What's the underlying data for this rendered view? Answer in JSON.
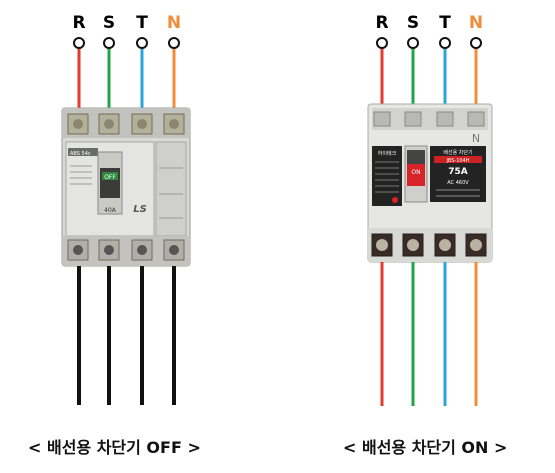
{
  "colors": {
    "phase_R": "#e53a2e",
    "phase_S": "#1ea54a",
    "phase_T": "#2aa5dc",
    "phase_N": "#f08c3a",
    "load_off": "#111111",
    "breaker_body": "#d8d9d6",
    "breaker_dark": "#2a2a2a"
  },
  "left_diagram": {
    "terminals": [
      {
        "label": "R",
        "color": "#111111"
      },
      {
        "label": "S",
        "color": "#111111"
      },
      {
        "label": "T",
        "color": "#111111"
      },
      {
        "label": "N",
        "color": "#f08c3a"
      }
    ],
    "breaker": {
      "state": "OFF",
      "handle_text": "OFF",
      "brand_text": "LS",
      "rating_text": "40A",
      "model_text": "ABS 54c"
    },
    "caption": "< 배선용 차단기 OFF >"
  },
  "right_diagram": {
    "terminals": [
      {
        "label": "R",
        "color": "#111111"
      },
      {
        "label": "S",
        "color": "#111111"
      },
      {
        "label": "T",
        "color": "#111111"
      },
      {
        "label": "N",
        "color": "#f08c3a"
      }
    ],
    "breaker": {
      "state": "ON",
      "handle_text": "ON",
      "brand_text": "하이테크",
      "rating_text": "75A",
      "title_text": "배선용 차단기",
      "model_text": "JBS-104H",
      "voltage_text": "AC 460V",
      "n_mark": "N"
    },
    "caption": "< 배선용 차단기 ON >"
  }
}
